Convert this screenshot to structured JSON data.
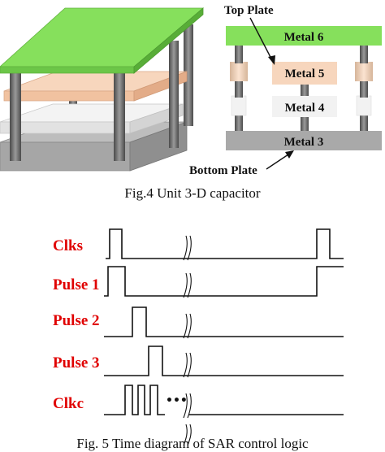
{
  "figure4": {
    "caption": "Fig.4 Unit 3-D capacitor",
    "top_plate_label": "Top Plate",
    "bottom_plate_label": "Bottom Plate",
    "layers": [
      "Metal 6",
      "Metal 5",
      "Metal 4",
      "Metal 3"
    ],
    "colors": {
      "metal6": "#88e060",
      "metal5": "#f6cfb2",
      "metal4": "#efefef",
      "metal3": "#a9a9a9",
      "via": "#6e6e6e"
    }
  },
  "figure5": {
    "caption": "Fig. 5 Time diagram of SAR control logic",
    "signals": [
      "Clks",
      "Pulse 1",
      "Pulse 2",
      "Pulse 3",
      "Clkc"
    ],
    "ellipsis": "•••",
    "label_color": "#e00000"
  }
}
